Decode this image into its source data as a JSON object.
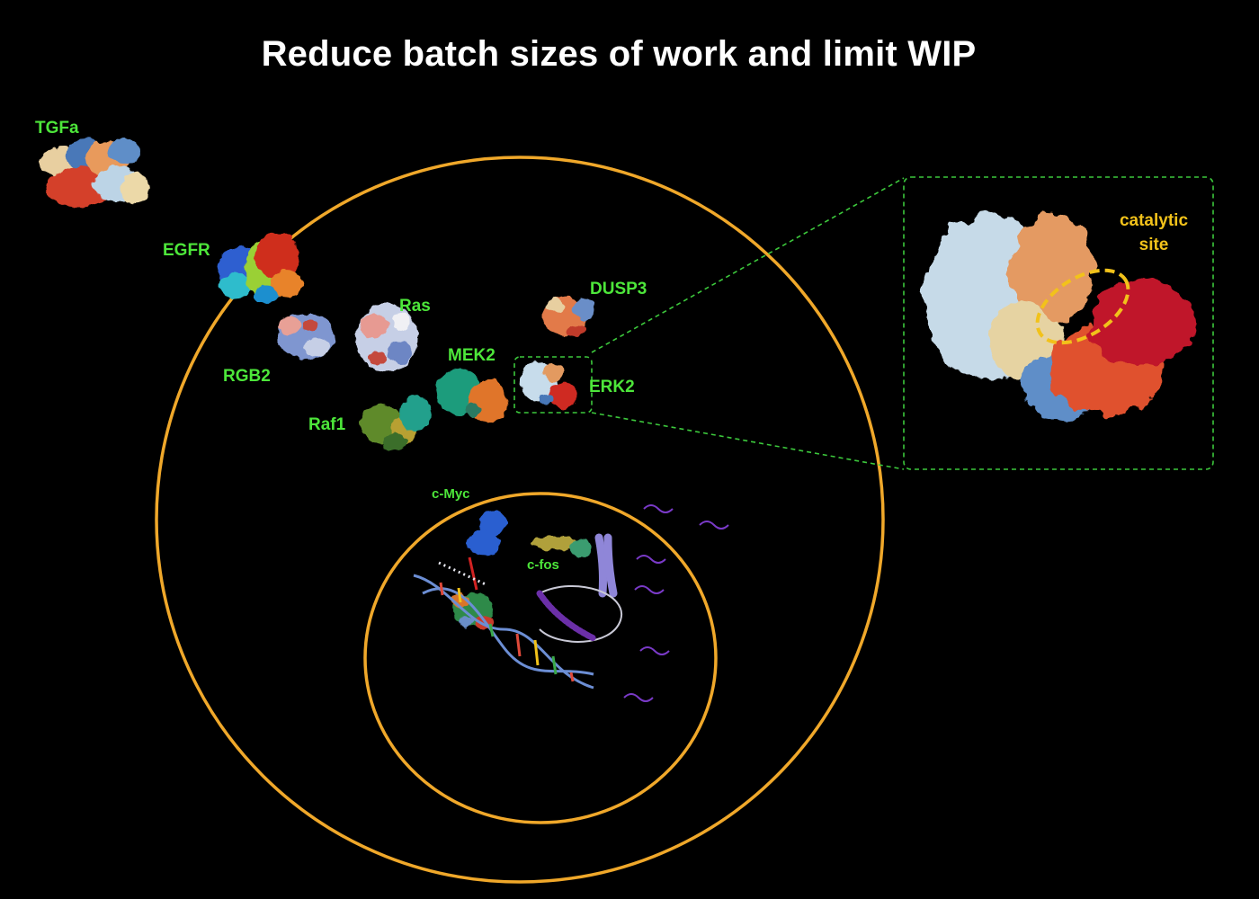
{
  "title": "Reduce batch sizes of work and limit WIP",
  "labels": {
    "tgfa": "TGFa",
    "egfr": "EGFR",
    "ras": "Ras",
    "rgb2": "RGB2",
    "raf1": "Raf1",
    "mek2": "MEK2",
    "dusp3": "DUSP3",
    "erk2": "ERK2",
    "cmyc": "c-Myc",
    "cfos": "c-fos"
  },
  "callout": {
    "line1": "catalytic",
    "line2": "site"
  },
  "colors": {
    "background": "#000000",
    "membrane_ring": "#f0a82a",
    "label_green": "#4de63a",
    "zoom_box": "#3cc83c",
    "catalytic_highlight": "#f2c21a"
  }
}
